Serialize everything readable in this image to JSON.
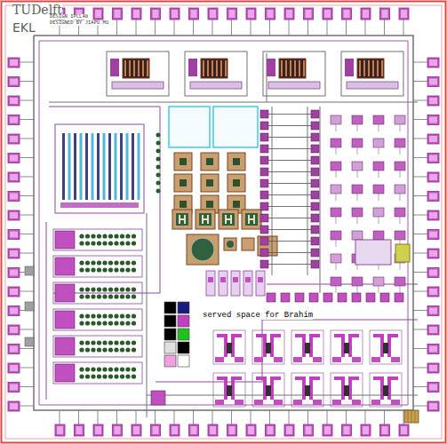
{
  "diagram": {
    "labels": [
      "TUDelft",
      "EKL",
      "DESIGN IPCL40",
      "DESIGNED BY JIAPU MO",
      "served space for Brahim"
    ]
  }
}
